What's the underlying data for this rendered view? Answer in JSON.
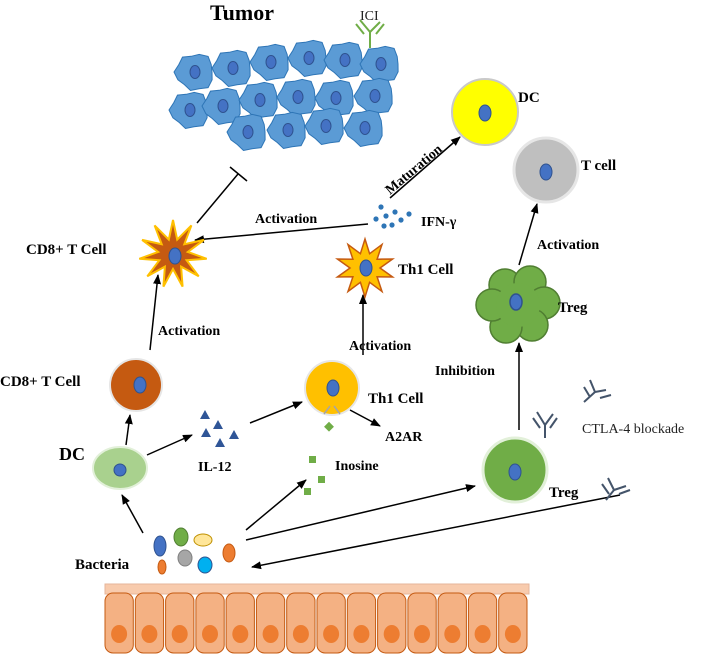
{
  "labels": {
    "tumor": "Tumor",
    "ici": "ICI",
    "dc_top": "DC",
    "t_cell": "T cell",
    "activation_cd8_top": "Activation",
    "ifn": "IFN-γ",
    "maturation": "Maturation",
    "cd8_top": "CD8+ T Cell",
    "th1_top": "Th1 Cell",
    "activation_treg": "Activation",
    "treg_top": "Treg",
    "activation_cd8_bottom": "Activation",
    "activation_th1": "Activation",
    "cd8_bottom": "CD8+ T Cell",
    "th1_bottom": "Th1 Cell",
    "inhibition": "Inhibition",
    "a2ar": "A2AR",
    "ctla4": "CTLA-4 blockade",
    "dc_bottom": "DC",
    "il12": "IL-12",
    "inosine": "Inosine",
    "treg_bottom": "Treg",
    "bacteria": "Bacteria"
  },
  "colors": {
    "tumor_cell": "#5b9bd5",
    "cd8_star": "#c55a11",
    "th1": "#ffc000",
    "dc_top": "#ffff00",
    "t_cell": "#bfbfbf",
    "treg": "#70ad47",
    "dc_bottom": "#a9d18e",
    "epithelium": "#f4b183",
    "nucleus": "#4472c4"
  }
}
